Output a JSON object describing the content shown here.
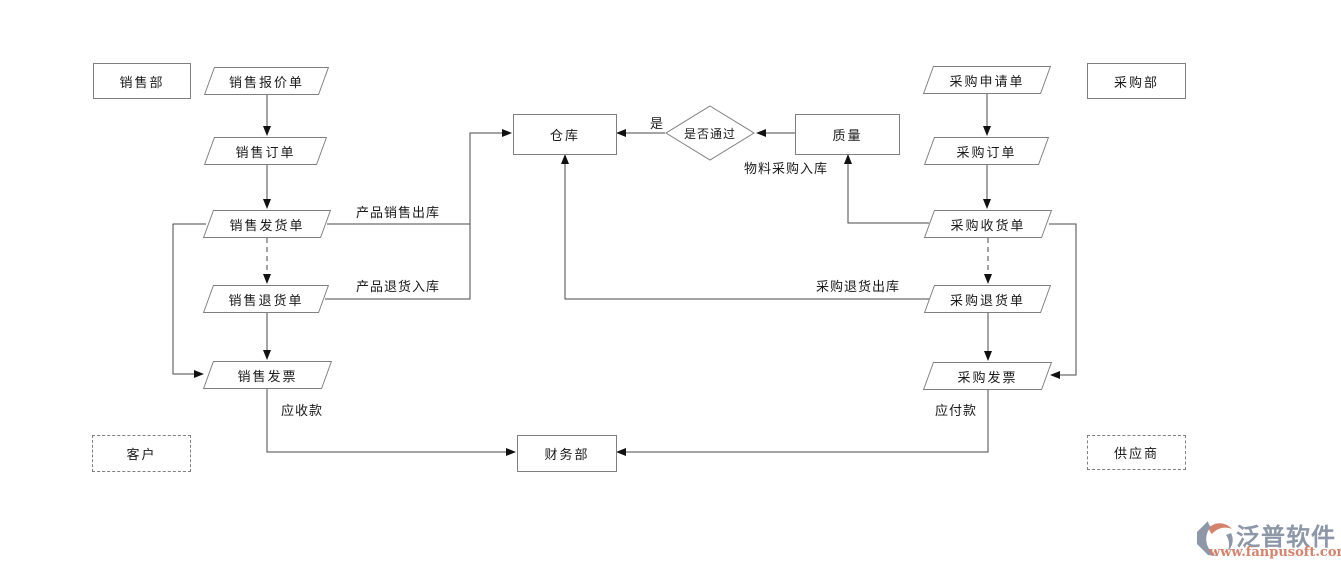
{
  "colors": {
    "line": "#4a4a4a",
    "node_border": "#7f7f7f",
    "text": "#1a1a1a",
    "brand_gray": "#8d97a8",
    "brand_salmon": "#d4826b"
  },
  "nodes": {
    "sales_dept": {
      "label": "销售部",
      "shape": "rect"
    },
    "sales_quote": {
      "label": "销售报价单",
      "shape": "parallelogram"
    },
    "sales_order": {
      "label": "销售订单",
      "shape": "parallelogram"
    },
    "sales_delivery": {
      "label": "销售发货单",
      "shape": "parallelogram"
    },
    "sales_return": {
      "label": "销售退货单",
      "shape": "parallelogram"
    },
    "sales_invoice": {
      "label": "销售发票",
      "shape": "parallelogram"
    },
    "warehouse": {
      "label": "仓库",
      "shape": "rect"
    },
    "decision": {
      "label": "是否通过",
      "shape": "diamond"
    },
    "quality": {
      "label": "质量",
      "shape": "rect"
    },
    "purchase_request": {
      "label": "采购申请单",
      "shape": "parallelogram"
    },
    "purchase_order": {
      "label": "采购订单",
      "shape": "parallelogram"
    },
    "purchase_receipt": {
      "label": "采购收货单",
      "shape": "parallelogram"
    },
    "purchase_return": {
      "label": "采购退货单",
      "shape": "parallelogram"
    },
    "purchase_invoice": {
      "label": "采购发票",
      "shape": "parallelogram"
    },
    "purchase_dept": {
      "label": "采购部",
      "shape": "rect"
    },
    "finance_dept": {
      "label": "财务部",
      "shape": "rect"
    },
    "customer": {
      "label": "客户",
      "shape": "dashed-rect"
    },
    "supplier": {
      "label": "供应商",
      "shape": "dashed-rect"
    }
  },
  "edge_labels": {
    "product_sales_outbound": "产品销售出库",
    "product_return_inbound": "产品退货入库",
    "material_purchase_inbound": "物料采购入库",
    "purchase_return_outbound": "采购退货出库",
    "yes": "是",
    "receivable": "应收款",
    "payable": "应付款"
  },
  "logo": {
    "brand": "泛普软件",
    "url": "www.fanpusoft.com"
  }
}
